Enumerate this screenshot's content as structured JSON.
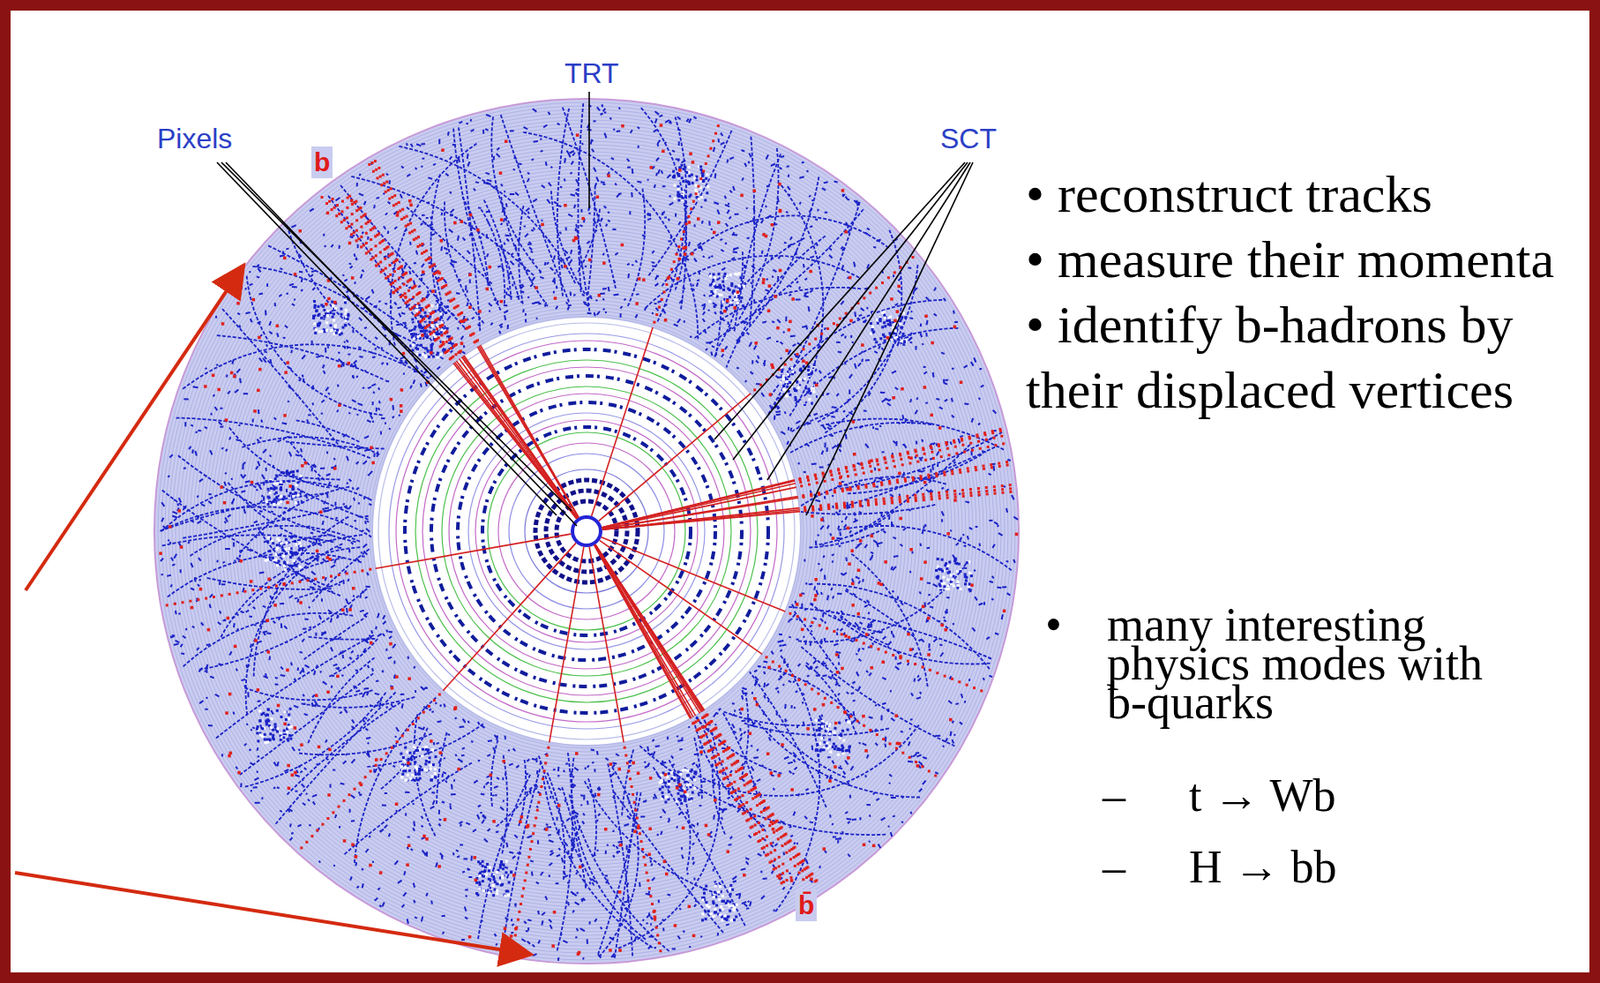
{
  "diagram": {
    "labels": [
      "Pixels",
      "TRT",
      "SCT",
      "b",
      "b̄",
      "• reconstruct tracks",
      "• measure their momenta",
      "• identify b-hadrons by their displaced vertices",
      "•",
      "many interesting physics modes with b-quarks",
      "–",
      "t → Wb",
      "–",
      "H → bb"
    ]
  }
}
